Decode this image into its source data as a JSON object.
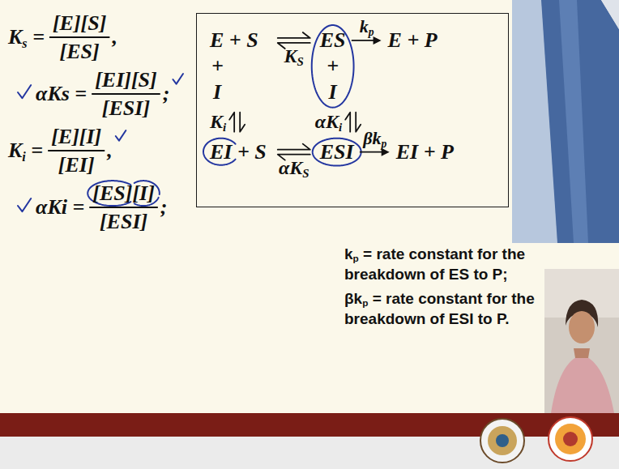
{
  "diagram": {
    "nodes": [
      {
        "text": [
          "E + S",
          "KS",
          "ES",
          "kp",
          "E + P",
          "+",
          "+",
          "I",
          "I",
          "Ki",
          "αKi",
          "EI + S",
          "αKS",
          "ESI",
          "βkp",
          "EI + P"
        ]
      }
    ],
    "labels": [
      "Ks =",
      "[E][S]",
      "[ES]",
      ",",
      "αKs =",
      "[EI][S]",
      "[ESI]",
      ";",
      "Ki =",
      "[E][I]",
      "[EI]",
      ",",
      "αKi =",
      "[ES][I]",
      "[ESI]",
      ";",
      "kp = rate constant for the breakdown of ES to P;",
      "βkp = rate constant for the breakdown of ESI to P."
    ]
  }
}
